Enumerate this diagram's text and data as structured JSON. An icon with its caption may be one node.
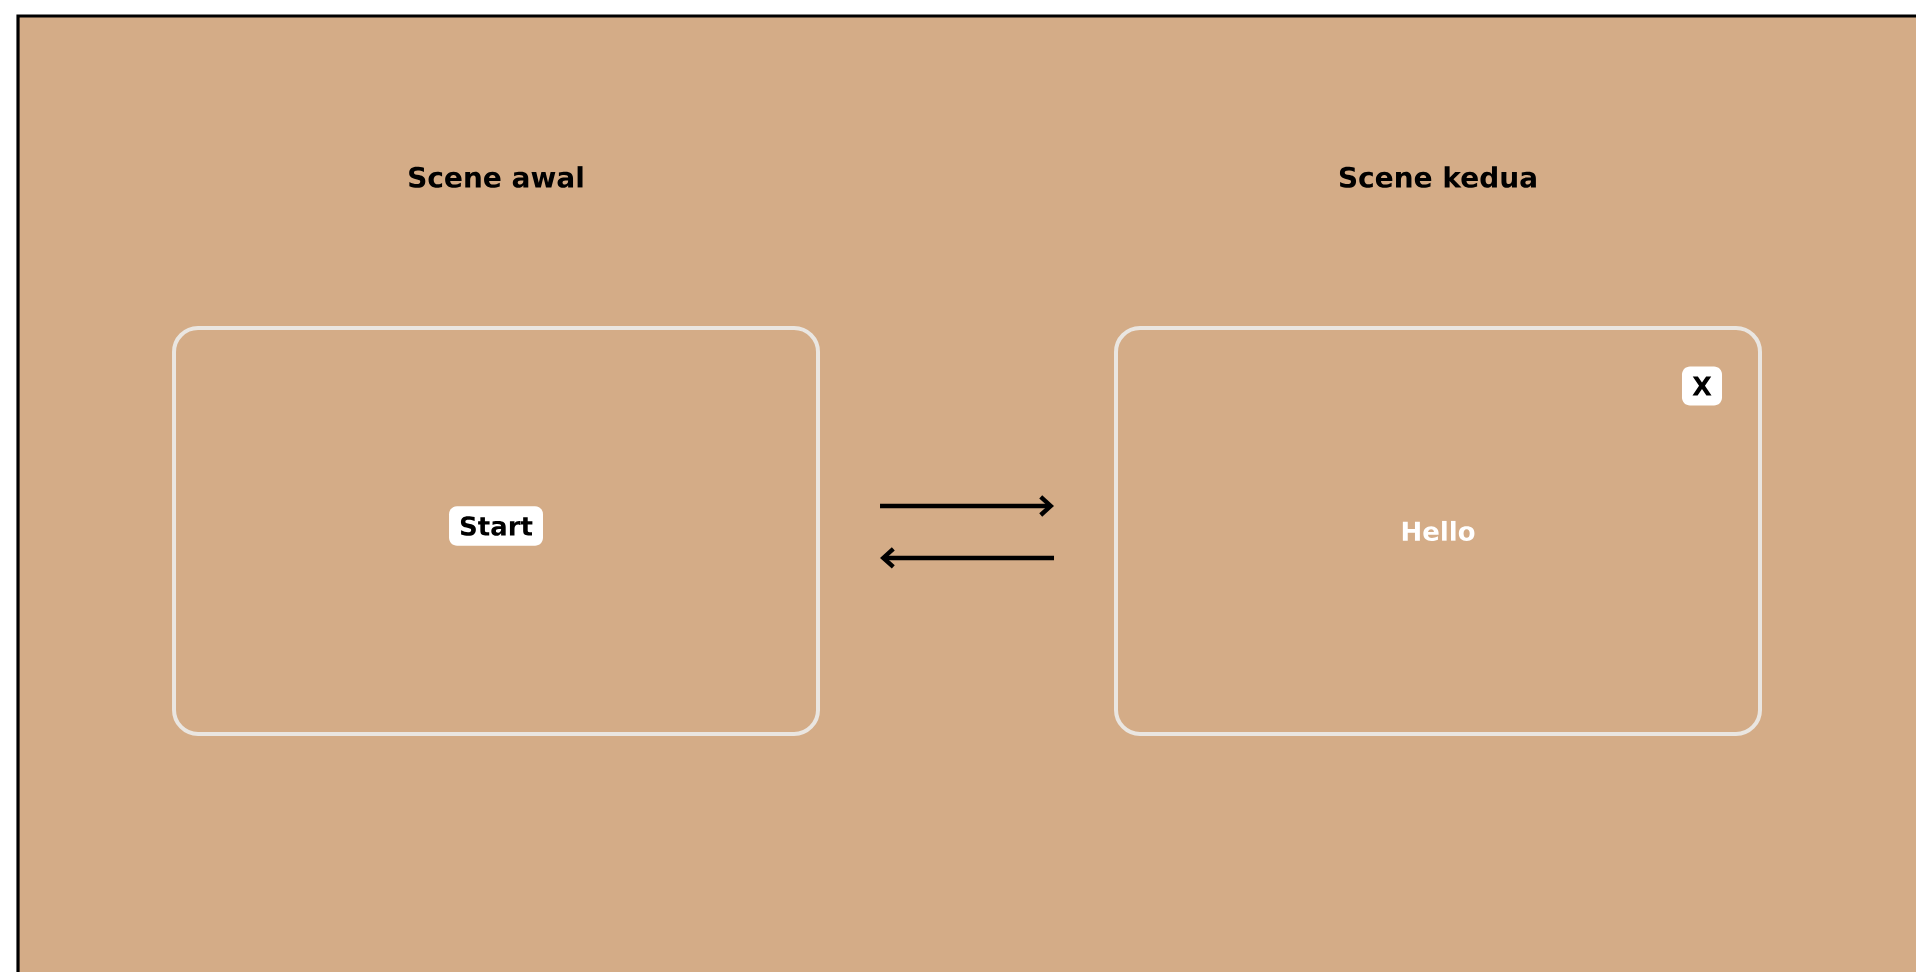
{
  "diagram": {
    "nodes": [
      {
        "text": [
          "Scene awal"
        ]
      },
      {
        "text": [
          "Start"
        ],
        "in": 0
      },
      {
        "text": [
          "Scene kedua",
          "Hello"
        ]
      },
      {
        "text": [
          "X"
        ],
        "in": 2
      }
    ],
    "edges": [
      {
        "from": 0,
        "to": 2,
        "arrow": "to"
      },
      {
        "from": 2,
        "to": 0,
        "arrow": "to"
      }
    ]
  }
}
